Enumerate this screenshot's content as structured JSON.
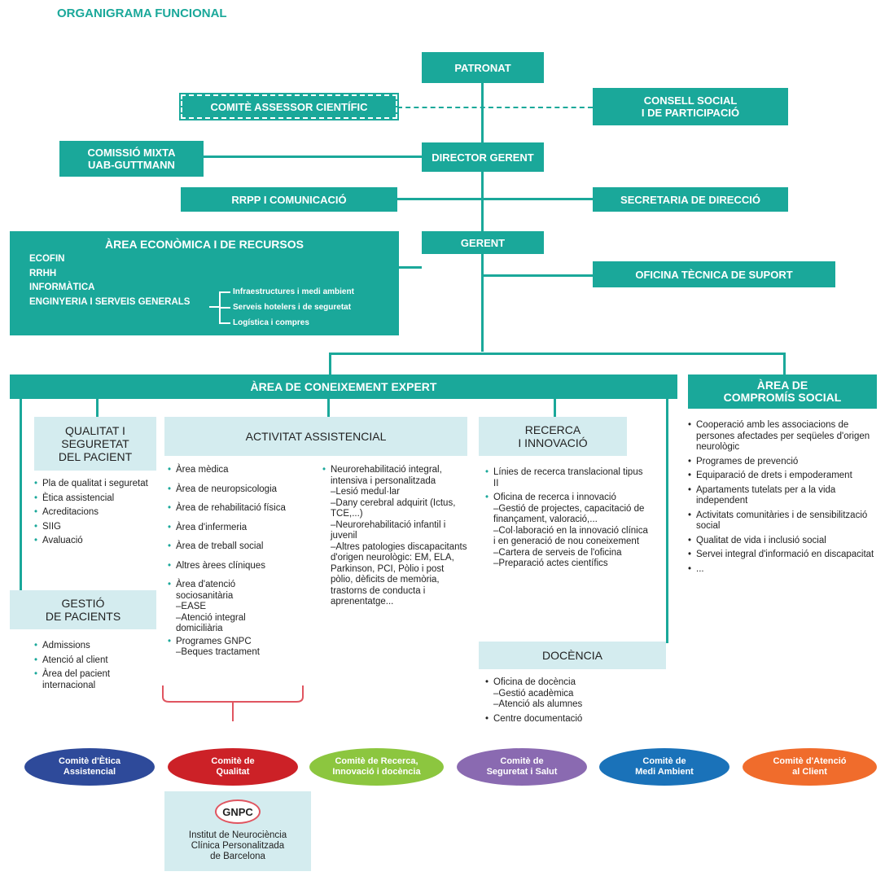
{
  "page_title": "ORGANIGRAMA FUNCIONAL",
  "boxes": {
    "patronat": "PATRONAT",
    "comite_assessor": "COMITÈ ASSESSOR CIENTÍFIC",
    "consell_social": "CONSELL SOCIAL\nI DE PARTICIPACIÓ",
    "comissio_mixta": "COMISSIÓ MIXTA\nUAB-GUTTMANN",
    "director_gerent": "DIRECTOR GERENT",
    "rrpp": "RRPP I COMUNICACIÓ",
    "secretaria": "SECRETARIA DE DIRECCIÓ",
    "gerent": "GERENT",
    "oficina_tecnica": "OFICINA TÈCNICA DE SUPORT"
  },
  "area_economica": {
    "title": "ÀREA ECONÒMICA I DE RECURSOS",
    "items": [
      "ECOFIN",
      "RRHH",
      "INFORMÀTICA",
      "ENGINYERIA I SERVEIS GENERALS"
    ],
    "subitems": [
      "Infraestructures i medi ambient",
      "Serveis hotelers i de seguretat",
      "Logística i compres"
    ]
  },
  "area_coneixement": {
    "title": "ÀREA DE CONEIXEMENT EXPERT"
  },
  "area_compromis": {
    "title": "ÀREA DE\nCOMPROMÍS SOCIAL",
    "items": [
      "Cooperació amb les associacions de persones afectades per seqüeles d'origen neurològic",
      "Programes de prevenció",
      "Equiparació de drets i empoderament",
      "Apartaments tutelats per a la vida independent",
      "Activitats comunitàries i de sensibilització social",
      "Qualitat de vida i inclusió social",
      "Servei integral d'informació en discapacitat",
      "..."
    ]
  },
  "qualitat": {
    "title": "QUALITAT I\nSEGURETAT\nDEL PACIENT",
    "items": [
      "Pla de qualitat i seguretat",
      "Ètica assistencial",
      "Acreditacions",
      "SIIG",
      "Avaluació"
    ]
  },
  "gestio": {
    "title": "GESTIÓ\nDE PACIENTS",
    "items": [
      "Admissions",
      "Atenció al client",
      "Àrea del pacient internacional"
    ]
  },
  "activitat": {
    "title": "ACTIVITAT ASSISTENCIAL",
    "col1": [
      "Àrea mèdica",
      "Àrea de neuropsicologia",
      "Àrea de rehabilitació física",
      "Àrea d'infermeria",
      "Àrea de treball social",
      "Altres àrees clíniques"
    ],
    "col1_atencio": "Àrea d'atenció sociosanitària",
    "col1_atencio_sub": [
      "–EASE",
      "–Atenció integral domiciliària"
    ],
    "col1_programes": "Programes GNPC",
    "col1_programes_sub": [
      "–Beques tractament"
    ],
    "col2_head": "Neurorehabilitació integral, intensiva i personalitzada",
    "col2_sub": [
      "–Lesió medul·lar",
      "–Dany cerebral adquirit (Ictus, TCE,...)",
      "–Neurorehabilitació infantil i juvenil",
      "–Altres patologies discapacitants d'origen neurològic: EM, ELA, Parkinson, PCI, Pòlio i post pòlio, dèficits de memòria, trastorns de conducta i aprenentatge..."
    ]
  },
  "recerca": {
    "title": "RECERCA\nI INNOVACIÓ",
    "item1": "Línies de recerca translacional tipus II",
    "item2": "Oficina de recerca i innovació",
    "item2_sub": [
      "–Gestió de projectes, capacitació de finançament, valoració,...",
      "–Col·laboració en la innovació clínica i en generació de nou coneixement",
      "–Cartera de serveis de l'oficina",
      "–Preparació actes científics"
    ]
  },
  "docencia": {
    "title": "DOCÈNCIA",
    "item1": "Oficina de docència",
    "item1_sub": [
      "–Gestió acadèmica",
      "–Atenció als alumnes"
    ],
    "item2": "Centre documentació"
  },
  "comites": [
    {
      "label": "Comitè d'Ètica\nAssistencial",
      "color": "#2e4a9a"
    },
    {
      "label": "Comitè de\nQualitat",
      "color": "#cc2127"
    },
    {
      "label": "Comitè de Recerca,\nInnovació i docència",
      "color": "#8cc63f"
    },
    {
      "label": "Comitè de\nSeguretat i Salut",
      "color": "#8a6ab1"
    },
    {
      "label": "Comitè de\nMedi Ambient",
      "color": "#1a72b9"
    },
    {
      "label": "Comitè d'Atenció\nal Client",
      "color": "#f06c2c"
    }
  ],
  "gnpc": {
    "badge": "GNPC",
    "text": "Institut de Neurociència\nClínica Personalitzada\nde Barcelona"
  },
  "colors": {
    "teal": "#1aa89a",
    "light_blue": "#d4ecef"
  }
}
